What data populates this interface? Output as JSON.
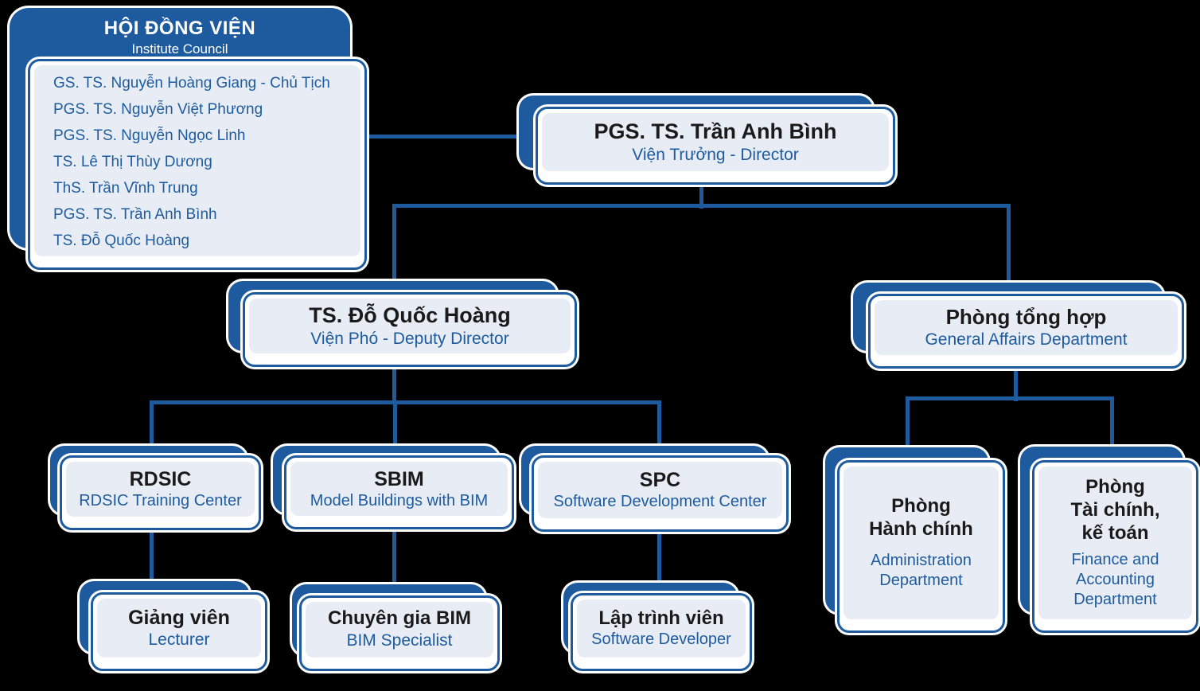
{
  "colors": {
    "primary": "#1E5B9E",
    "panel": "#E8EDF5",
    "white": "#FFFFFF",
    "dark_text": "#1A1A1A",
    "background": "#000000"
  },
  "nodes": {
    "council": {
      "title": "HỘI ĐỒNG VIỆN",
      "subtitle": "Institute Council",
      "members": [
        "GS. TS. Nguyễn Hoàng Giang - Chủ Tịch",
        "PGS. TS. Nguyễn Việt Phương",
        "PGS. TS. Nguyễn Ngọc Linh",
        "TS. Lê Thị Thùy Dương",
        "ThS. Trần Vĩnh Trung",
        "PGS. TS. Trần Anh Bình",
        "TS. Đỗ Quốc Hoàng"
      ]
    },
    "director": {
      "title": "PGS. TS. Trần Anh Bình",
      "subtitle": "Viện Trưởng - Director"
    },
    "deputy": {
      "title": "TS. Đỗ Quốc Hoàng",
      "subtitle": "Viện Phó - Deputy Director"
    },
    "general_affairs": {
      "title": "Phòng tổng hợp",
      "subtitle": "General Affairs Department"
    },
    "rdsic": {
      "title": "RDSIC",
      "subtitle": "RDSIC Training Center"
    },
    "sbim": {
      "title": "SBIM",
      "subtitle": "Model Buildings with BIM"
    },
    "spc": {
      "title": "SPC",
      "subtitle": "Software Development Center"
    },
    "lecturer": {
      "title": "Giảng viên",
      "subtitle": "Lecturer"
    },
    "bim_specialist": {
      "title": "Chuyên gia BIM",
      "subtitle": "BIM Specialist"
    },
    "software_developer": {
      "title": "Lập trình viên",
      "subtitle": "Software Developer"
    },
    "administration": {
      "title": "Phòng\nHành chính",
      "subtitle": "Administration\nDepartment"
    },
    "finance": {
      "title": "Phòng\nTài chính,\nkế toán",
      "subtitle": "Finance and\nAccounting\nDepartment"
    }
  }
}
